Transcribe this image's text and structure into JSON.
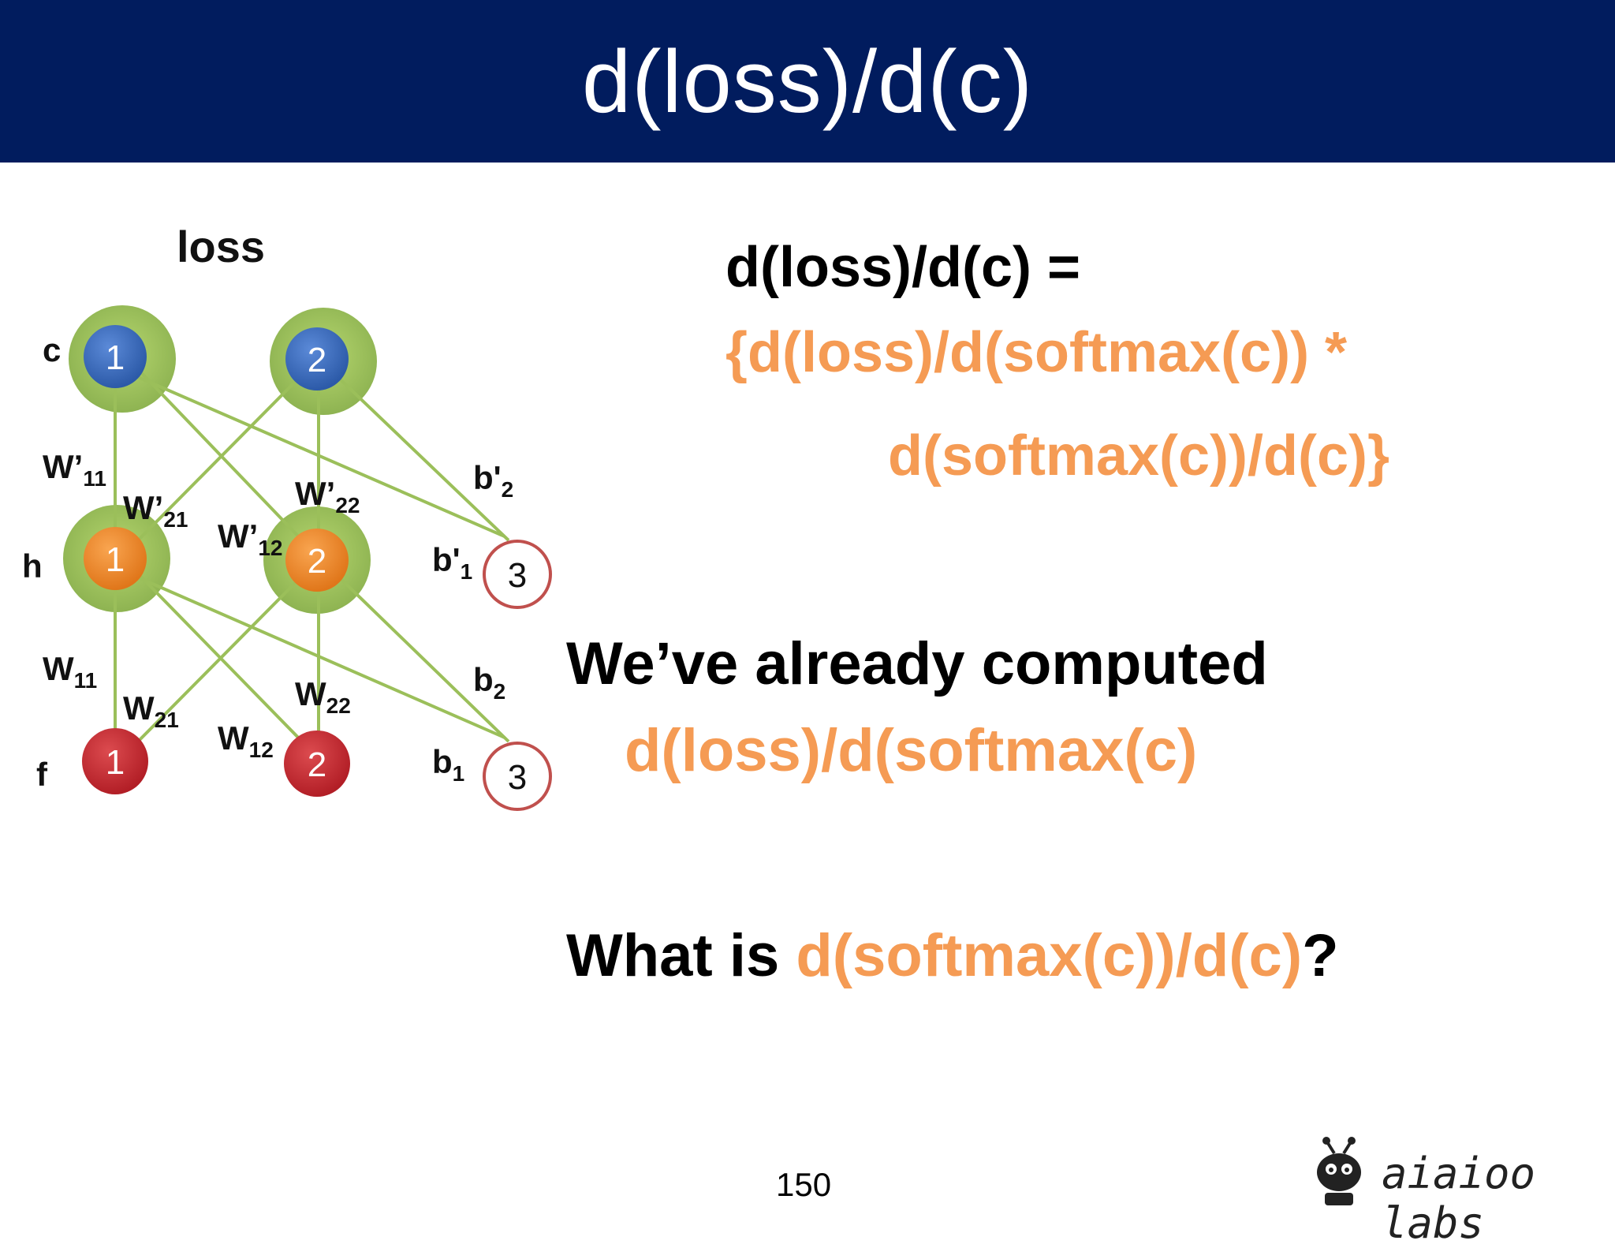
{
  "slide": {
    "title": "d(loss)/d(c)",
    "page_number": "150"
  },
  "diagram": {
    "top_label": "loss",
    "layer_labels": {
      "c": "c",
      "h": "h",
      "f": "f"
    },
    "nodes": {
      "c": [
        "1",
        "2"
      ],
      "h": [
        "1",
        "2"
      ],
      "f": [
        "1",
        "2"
      ],
      "bias_upper": "3",
      "bias_lower": "3"
    },
    "upper_weights": {
      "w11": {
        "base": "W’",
        "sub": "11"
      },
      "w21": {
        "base": "W’",
        "sub": "21"
      },
      "w12": {
        "base": "W’",
        "sub": "12"
      },
      "w22": {
        "base": "W’",
        "sub": "22"
      },
      "b1": {
        "base": "b'",
        "sub": "1"
      },
      "b2": {
        "base": "b'",
        "sub": "2"
      }
    },
    "lower_weights": {
      "w11": {
        "base": "W",
        "sub": "11"
      },
      "w21": {
        "base": "W",
        "sub": "21"
      },
      "w12": {
        "base": "W",
        "sub": "12"
      },
      "w22": {
        "base": "W",
        "sub": "22"
      },
      "b1": {
        "base": "b",
        "sub": "1"
      },
      "b2": {
        "base": "b",
        "sub": "2"
      }
    },
    "colors": {
      "halo": "#8fbc3f",
      "edge": "#9bbf5a",
      "c_node": "#3b6fc4",
      "h_node": "#f08a24",
      "f_node": "#c82a31",
      "bias_ring": "#c0504d"
    }
  },
  "equation": {
    "lhs": "d(loss)/d(c) =",
    "line1": "{d(loss)/d(softmax(c)) *",
    "line2": "d(softmax(c))/d(c)}"
  },
  "note": {
    "line1": "We’ve already computed",
    "line2": "d(loss)/d(softmax(c)"
  },
  "question": {
    "prefix": "What is ",
    "highlight": "d(softmax(c))/d(c)",
    "suffix": "?"
  },
  "logo": {
    "text": "aiaioo labs"
  },
  "theme": {
    "header_bg": "#011c5e",
    "accent_orange": "#f59b54"
  }
}
